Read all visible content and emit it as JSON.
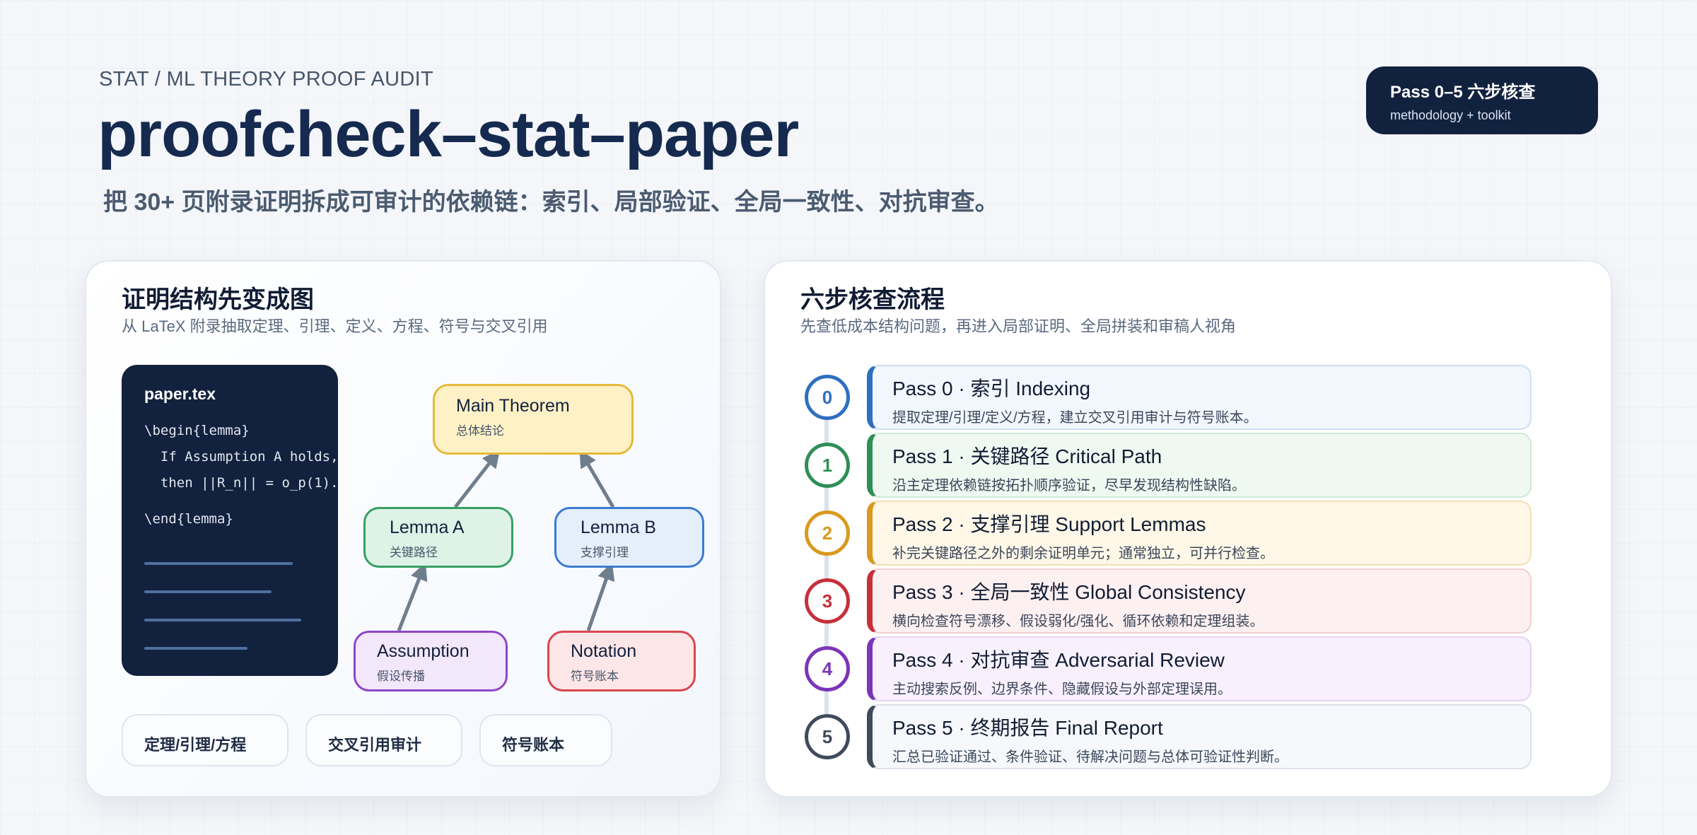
{
  "header": {
    "eyebrow": "STAT / ML THEORY PROOF AUDIT",
    "title": "proofcheck–stat–paper",
    "subtitle": "把 30+ 页附录证明拆成可审计的依赖链：索引、局部验证、全局一致性、对抗审查。"
  },
  "badge": {
    "line1": "Pass 0–5 六步核查",
    "line2": "methodology + toolkit"
  },
  "left_card": {
    "title": "证明结构先变成图",
    "subtitle": "从 LaTeX 附录抽取定理、引理、定义、方程、符号与交叉引用",
    "code": {
      "filename": "paper.tex",
      "lines": [
        "\\begin{lemma}",
        "  If Assumption A holds,",
        "  then ||R_n|| = o_p(1).",
        "\\end{lemma}"
      ]
    },
    "graph": {
      "main": {
        "title": "Main Theorem",
        "sub": "总体结论"
      },
      "lemma_a": {
        "title": "Lemma A",
        "sub": "关键路径"
      },
      "lemma_b": {
        "title": "Lemma B",
        "sub": "支撑引理"
      },
      "assumption": {
        "title": "Assumption",
        "sub": "假设传播"
      },
      "notation": {
        "title": "Notation",
        "sub": "符号账本"
      }
    },
    "chips": [
      "定理/引理/方程",
      "交叉引用审计",
      "符号账本"
    ]
  },
  "right_card": {
    "title": "六步核查流程",
    "subtitle": "先查低成本结构问题，再进入局部证明、全局拼装和审稿人视角",
    "steps": [
      {
        "num": "0",
        "title": "Pass 0 · 索引 Indexing",
        "desc": "提取定理/引理/定义/方程，建立交叉引用审计与符号账本。",
        "color": "#2f6fc0",
        "bg": "#f2f7fe",
        "border": "#cfdff4"
      },
      {
        "num": "1",
        "title": "Pass 1 · 关键路径 Critical Path",
        "desc": "沿主定理依赖链按拓扑顺序验证，尽早发现结构性缺陷。",
        "color": "#2e8f56",
        "bg": "#eff9f2",
        "border": "#cde9d7"
      },
      {
        "num": "2",
        "title": "Pass 2 · 支撑引理 Support Lemmas",
        "desc": "补完关键路径之外的剩余证明单元；通常独立，可并行检查。",
        "color": "#d99a1f",
        "bg": "#fff8e8",
        "border": "#f3e0b0"
      },
      {
        "num": "3",
        "title": "Pass 3 · 全局一致性 Global Consistency",
        "desc": "横向检查符号漂移、假设弱化/强化、循环依赖和定理组装。",
        "color": "#c7303a",
        "bg": "#fdf0f1",
        "border": "#f1d0d3"
      },
      {
        "num": "4",
        "title": "Pass 4 · 对抗审查 Adversarial Review",
        "desc": "主动搜索反例、边界条件、隐藏假设与外部定理误用。",
        "color": "#7a35b8",
        "bg": "#f8f1fd",
        "border": "#e4d3f2"
      },
      {
        "num": "5",
        "title": "Pass 5 · 终期报告 Final Report",
        "desc": "汇总已验证通过、条件验证、待解决问题与总体可验证性判断。",
        "color": "#3f4b5c",
        "bg": "#f6f8fb",
        "border": "#dbe1ea"
      }
    ]
  },
  "icons": {
    "arrow": "arrowhead-icon"
  },
  "colors": {
    "dark": "#12213d",
    "arrow": "#6f7e8d"
  }
}
